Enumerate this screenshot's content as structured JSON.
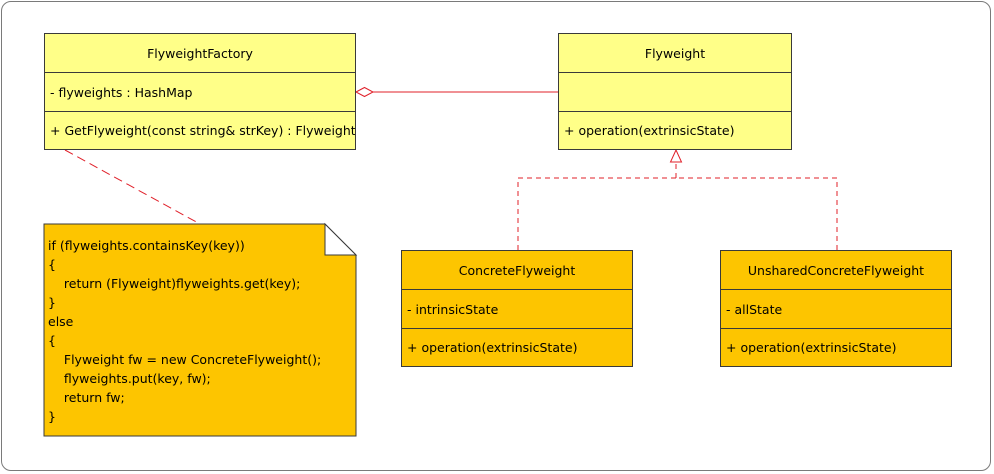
{
  "colors": {
    "class_fill_light": "#ffff88",
    "class_fill_dark": "#fdc500",
    "relation_line": "#e0202a",
    "border": "#3a3a3a"
  },
  "classes": {
    "factory": {
      "name": "FlyweightFactory",
      "attributes": [
        "-  flyweights : HashMap"
      ],
      "operations": [
        "+ GetFlyweight(const string& strKey) : Flyweight"
      ]
    },
    "flyweight": {
      "name": "Flyweight",
      "attributes": [],
      "operations": [
        "+ operation(extrinsicState)"
      ]
    },
    "concrete": {
      "name": "ConcreteFlyweight",
      "attributes": [
        "- intrinsicState"
      ],
      "operations": [
        "+ operation(extrinsicState)"
      ]
    },
    "unshared": {
      "name": "UnsharedConcreteFlyweight",
      "attributes": [
        "- allState"
      ],
      "operations": [
        "+ operation(extrinsicState)"
      ]
    }
  },
  "note": {
    "lines": [
      "if (flyweights.containsKey(key))",
      "{",
      "    return (Flyweight)flyweights.get(key);",
      "}",
      "else",
      "{",
      "    Flyweight fw = new ConcreteFlyweight();",
      "    flyweights.put(key, fw);",
      "    return fw;",
      "}"
    ]
  }
}
